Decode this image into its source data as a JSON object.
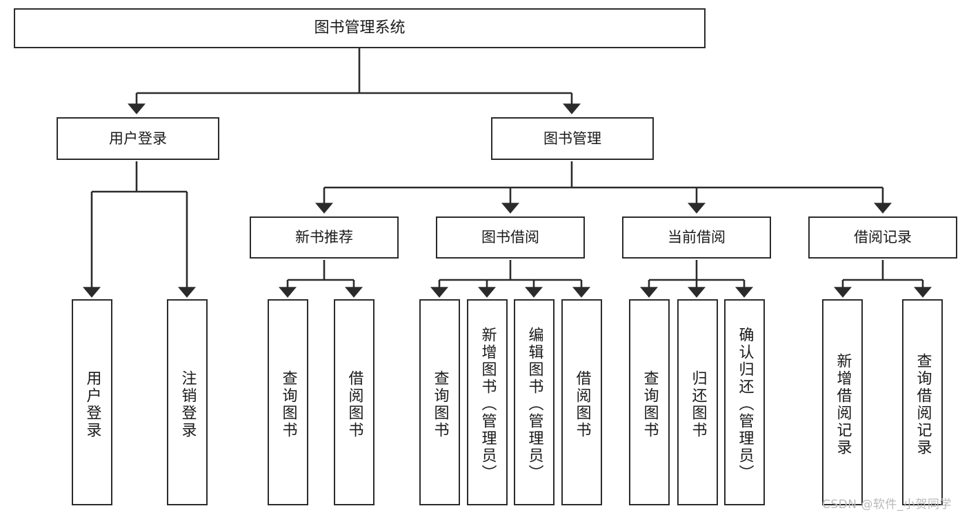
{
  "diagram": {
    "type": "tree",
    "title_node": {
      "label": "图书管理系统"
    },
    "level2": [
      {
        "label": "用户登录"
      },
      {
        "label": "图书管理"
      }
    ],
    "level3": [
      {
        "label": "新书推荐"
      },
      {
        "label": "图书借阅"
      },
      {
        "label": "当前借阅"
      },
      {
        "label": "借阅记录"
      }
    ],
    "leaves": {
      "user_login": [
        {
          "label": "用户登录"
        },
        {
          "label": "注销登录"
        }
      ],
      "new_book_recommend": [
        {
          "label": "查询图书"
        },
        {
          "label": "借阅图书"
        }
      ],
      "book_borrow": [
        {
          "label": "查询图书"
        },
        {
          "label": "新增图书（管理员）"
        },
        {
          "label": "编辑图书（管理员）"
        },
        {
          "label": "借阅图书"
        }
      ],
      "current_borrow": [
        {
          "label": "查询图书"
        },
        {
          "label": "归还图书"
        },
        {
          "label": "确认归还（管理员）"
        }
      ],
      "borrow_record": [
        {
          "label": "新增借阅记录"
        },
        {
          "label": "查询借阅记录"
        }
      ]
    },
    "colors": {
      "stroke": "#2b2b2b",
      "fill": "#ffffff",
      "text": "#1a1a1a",
      "watermark": "#b9b9b9"
    }
  },
  "watermark": {
    "text": "CSDN @软件_小贺同学"
  }
}
